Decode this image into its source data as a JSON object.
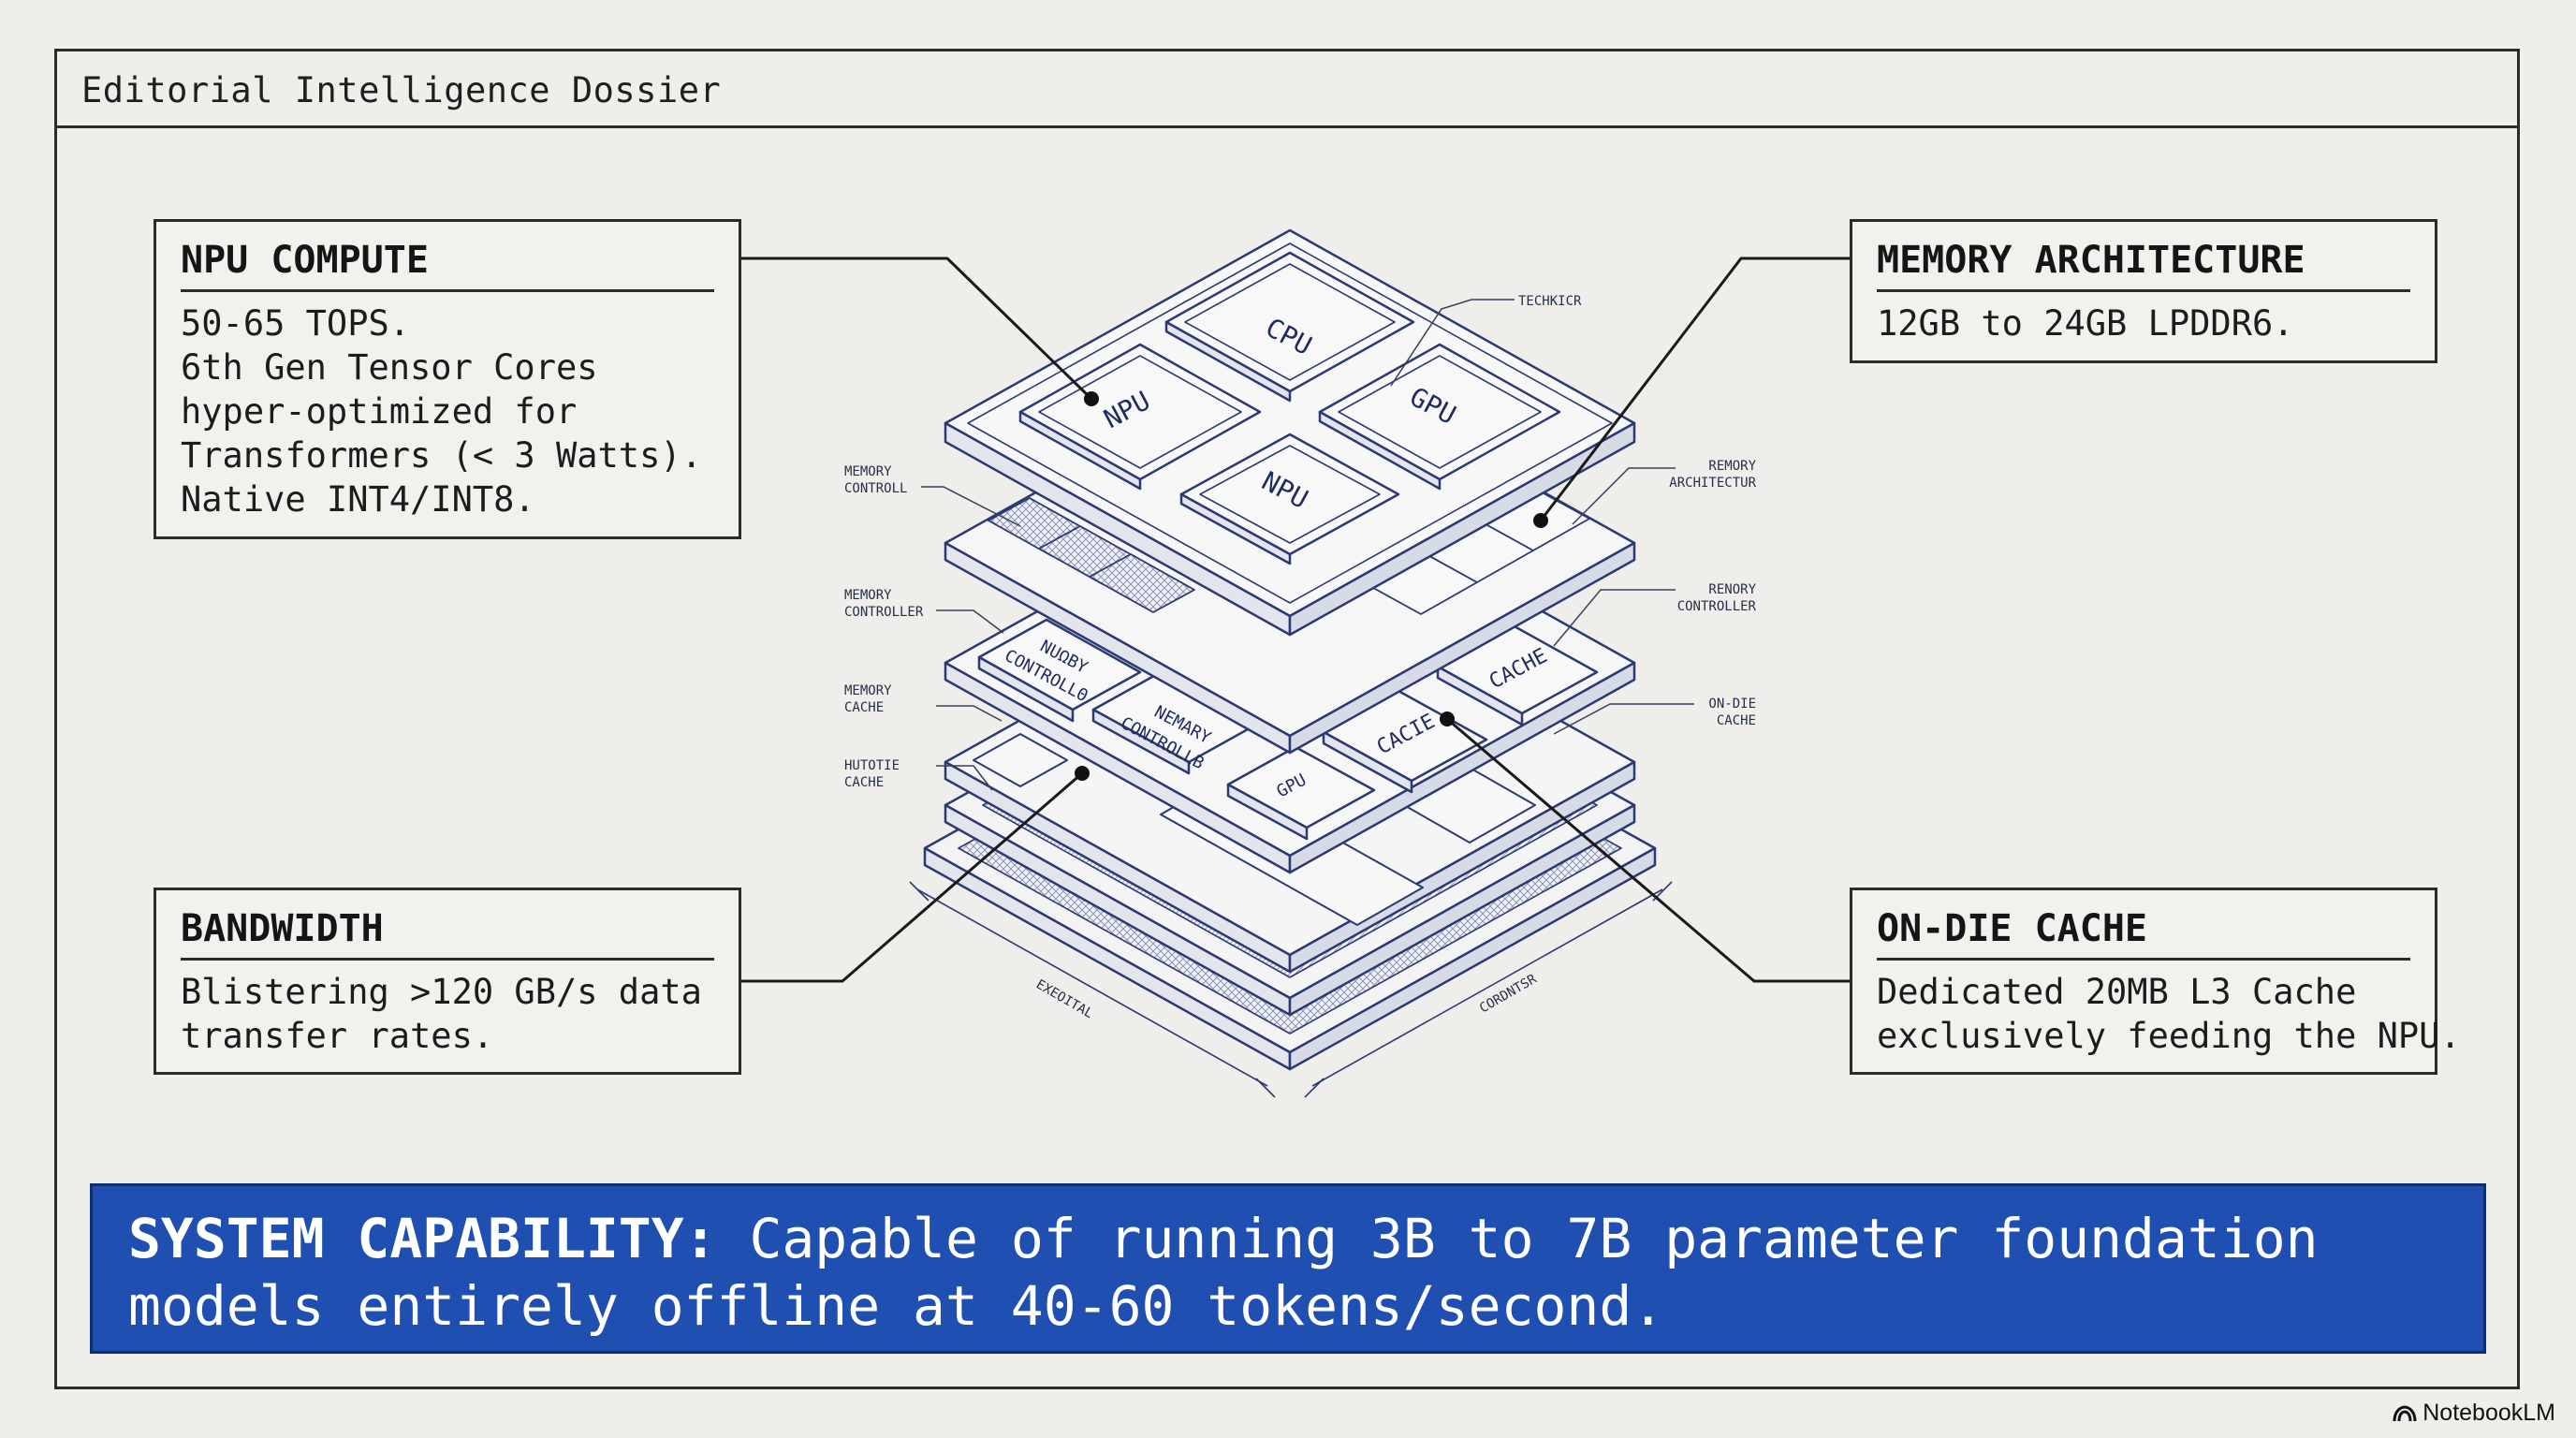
{
  "header": {
    "title": "Editorial Intelligence Dossier"
  },
  "callouts": {
    "npu": {
      "title": "NPU COMPUTE",
      "lines": [
        "50-65 TOPS.",
        "6th Gen Tensor Cores",
        "hyper-optimized for",
        "Transformers (< 3 Watts).",
        "Native INT4/INT8."
      ]
    },
    "memory": {
      "title": "MEMORY ARCHITECTURE",
      "lines": [
        "12GB to 24GB LPDDR6."
      ]
    },
    "bandwidth": {
      "title": "BANDWIDTH",
      "lines": [
        "Blistering >120 GB/s data",
        "transfer rates."
      ]
    },
    "cache": {
      "title": "ON-DIE CACHE",
      "lines": [
        "Dedicated 20MB L3 Cache",
        "exclusively feeding the NPU."
      ]
    }
  },
  "diagram": {
    "chips": {
      "cpu": "CPU",
      "gpu_top": "GPU",
      "npu_left": "NPU",
      "npu_center": "NPU",
      "memory_ctrl_a": [
        "NUΩBY",
        "CONTROLLΘ"
      ],
      "memory_ctrl_b": [
        "NEMARY",
        "CONTROLLB"
      ],
      "cache_a": "CACHE",
      "cache_b": "CACIE",
      "gpu_bottom": "GPU"
    },
    "labels": {
      "techkicr": "TECHKICR",
      "memory_controll": [
        "MEMORY",
        "CONTROLL"
      ],
      "memory_controller": [
        "MEMORY",
        "CONTROLLER"
      ],
      "memory_cache": [
        "MEMORY",
        "CACHE"
      ],
      "hutotie_cache": [
        "HUTOTIE",
        "CACHE"
      ],
      "remory_architectur": [
        "REMORY",
        "ARCHITECTUR"
      ],
      "renory_controller": [
        "RENORY",
        "CONTROLLER"
      ],
      "on_die_cache": [
        "ON-DIE",
        "CACHE"
      ],
      "dim_left": "EXEOITAL",
      "dim_right": "CORDNTSR"
    }
  },
  "banner": {
    "label": "SYSTEM CAPABILITY:",
    "line1": " Capable of running 3B to 7B parameter foundation",
    "line2": "models entirely offline at 40-60 tokens/second."
  },
  "brand": {
    "name": "NotebookLM",
    "icon": "notebooklm-logo-icon"
  },
  "colors": {
    "banner": "#1f4fb0",
    "diagram_ink": "#2c3a73",
    "background": "#efeeeb"
  }
}
